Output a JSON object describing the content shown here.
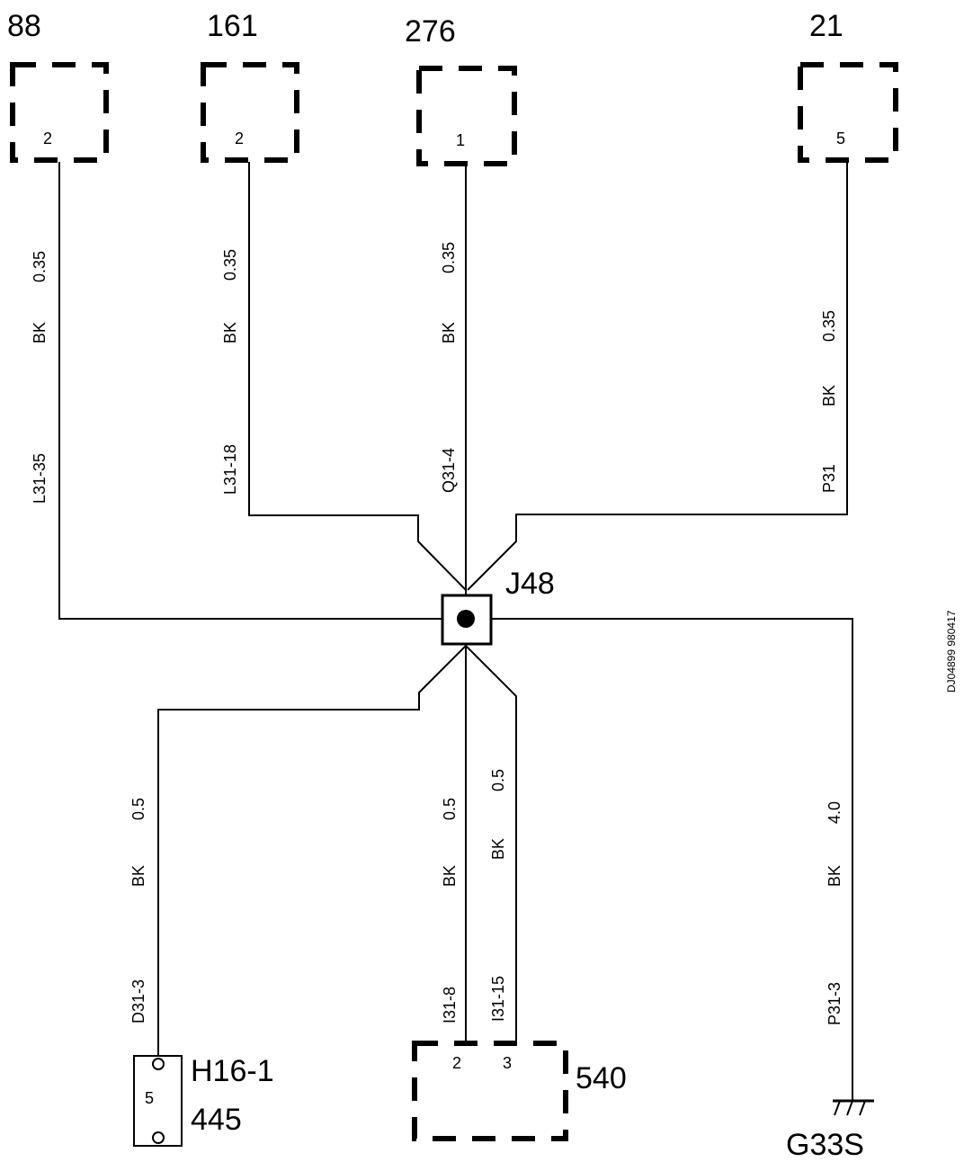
{
  "components": {
    "c88": {
      "number": "88",
      "pin": "2"
    },
    "c161": {
      "number": "161",
      "pin": "2"
    },
    "c276": {
      "number": "276",
      "pin": "1"
    },
    "c21": {
      "number": "21",
      "pin": "5"
    },
    "c540": {
      "number": "540",
      "pins": [
        "2",
        "3"
      ]
    },
    "connector_h16": {
      "id": "H16-1",
      "number": "445",
      "pin": "5"
    },
    "ground": {
      "id": "G33S"
    }
  },
  "splice": {
    "id": "J48"
  },
  "wires": {
    "w88": {
      "gauge": "0.35",
      "color": "BK",
      "circuit": "L31-35"
    },
    "w161": {
      "gauge": "0.35",
      "color": "BK",
      "circuit": "L31-18"
    },
    "w276": {
      "gauge": "0.35",
      "color": "BK",
      "circuit": "Q31-4"
    },
    "w21": {
      "gauge": "0.35",
      "color": "BK",
      "circuit": "P31"
    },
    "w445": {
      "gauge": "0.5",
      "color": "BK",
      "circuit": "D31-3"
    },
    "w540a": {
      "gauge": "0.5",
      "color": "BK",
      "circuit": "I31-8"
    },
    "w540b": {
      "gauge": "0.5",
      "color": "BK",
      "circuit": "I31-15"
    },
    "wgnd": {
      "gauge": "4.0",
      "color": "BK",
      "circuit": "P31-3"
    }
  },
  "reference_code": "DJ04899 980417"
}
